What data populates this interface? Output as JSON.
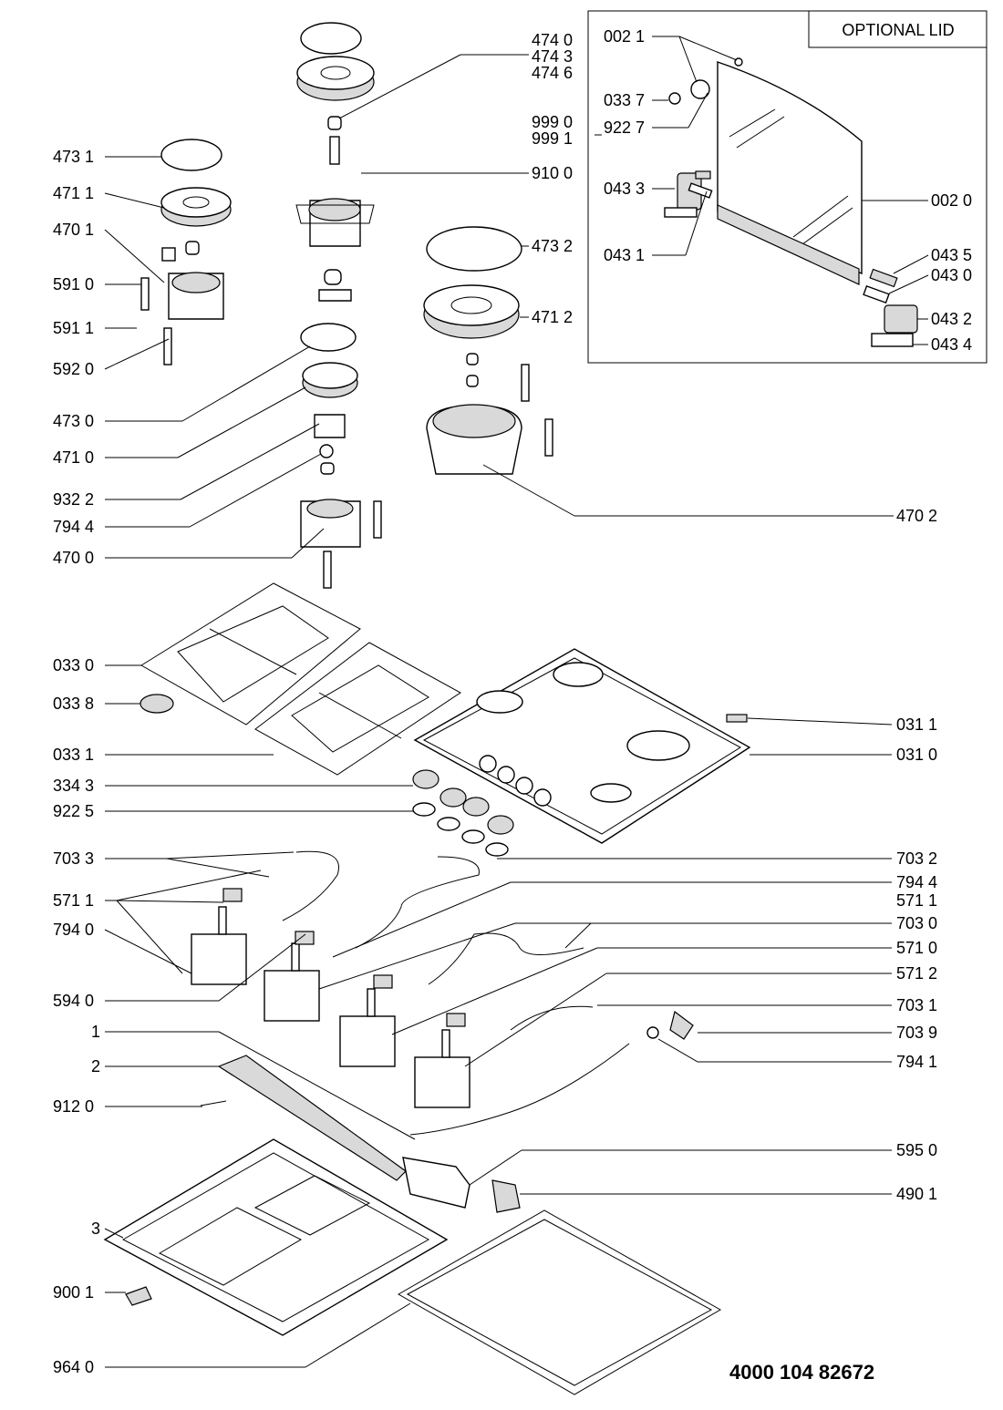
{
  "lid_box": {
    "title": "OPTIONAL LID"
  },
  "doc_number": "4000 104 82672",
  "labels": {
    "474_0": "474 0",
    "474_3": "474 3",
    "474_6": "474 6",
    "999_0": "999 0",
    "999_1": "999 1",
    "473_1": "473 1",
    "471_1": "471 1",
    "910_0": "910 0",
    "470_1": "470 1",
    "473_2": "473 2",
    "591_0": "591 0",
    "471_2": "471 2",
    "591_1": "591 1",
    "592_0": "592 0",
    "473_0": "473 0",
    "471_0": "471 0",
    "932_2": "932 2",
    "470_2": "470 2",
    "794_4a": "794 4",
    "470_0": "470 0",
    "002_1": "002 1",
    "033_7": "033 7",
    "922_7": "922 7",
    "043_3": "043 3",
    "002_0": "002 0",
    "043_1": "043 1",
    "043_5": "043 5",
    "043_0": "043 0",
    "043_2": "043 2",
    "043_4": "043 4",
    "033_0": "033 0",
    "033_8": "033 8",
    "031_1": "031 1",
    "033_1": "033 1",
    "031_0": "031 0",
    "334_3": "334 3",
    "922_5": "922 5",
    "703_3": "703 3",
    "703_2": "703 2",
    "794_4b": "794 4",
    "571_1a": "571 1",
    "571_1b": "571 1",
    "794_0": "794 0",
    "703_0": "703 0",
    "571_0": "571 0",
    "594_0": "594 0",
    "571_2": "571 2",
    "703_1": "703 1",
    "1": "1",
    "703_9": "703 9",
    "2": "2",
    "794_1": "794 1",
    "912_0": "912 0",
    "595_0": "595 0",
    "490_1": "490 1",
    "3": "3",
    "900_1": "900 1",
    "964_0": "964 0"
  }
}
